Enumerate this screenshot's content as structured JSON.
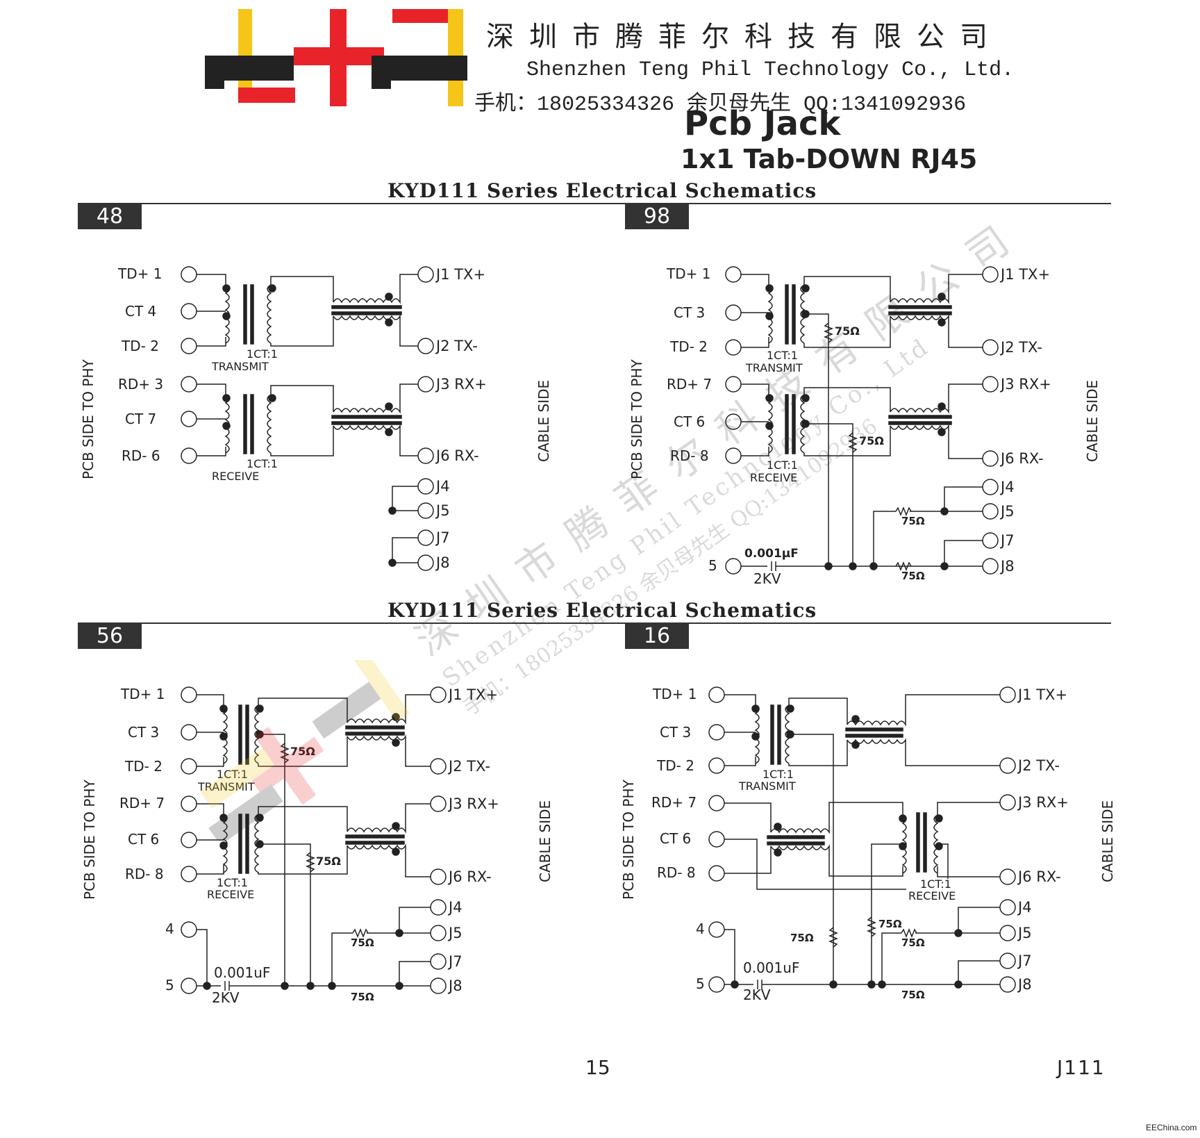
{
  "header": {
    "company_cn": "深圳市腾菲尔科技有限公司",
    "company_en": "Shenzhen Teng Phil Technology Co., Ltd.",
    "contact": "手机：18025334326 余贝母先生   QQ:1341092936",
    "product": "Pcb Jack",
    "subtitle": "1x1 Tab-DOWN  RJ45"
  },
  "sections": [
    {
      "title": "KYD111 Series Electrical Schematics"
    },
    {
      "title": "KYD111 Series Electrical Schematics"
    }
  ],
  "panels": [
    {
      "tag": "48",
      "left_pins": [
        "TD+ 1",
        "CT  4",
        "TD- 2",
        "RD+ 3",
        "CT  7",
        "RD- 6"
      ],
      "right_pins": [
        "J1 TX+",
        "J2 TX-",
        "J3 RX+",
        "J6 RX-",
        "J4",
        "J5",
        "J7",
        "J8"
      ],
      "xfmr_labels": [
        "1CT:1",
        "TRANSMIT",
        "1CT:1",
        "RECEIVE"
      ],
      "side_left": "PCB SIDE TO PHY",
      "side_right": "CABLE SIDE"
    },
    {
      "tag": "98",
      "left_pins": [
        "TD+ 1",
        "CT  3",
        "TD- 2",
        "RD+ 7",
        "CT  6",
        "RD- 8",
        "5"
      ],
      "right_pins": [
        "J1 TX+",
        "J2 TX-",
        "J3 RX+",
        "J6 RX-",
        "J4",
        "J5",
        "J7",
        "J8"
      ],
      "xfmr_labels": [
        "1CT:1",
        "TRANSMIT",
        "1CT:1",
        "RECEIVE"
      ],
      "resistor": "75Ω",
      "cap": "0.001μF",
      "cap_voltage": "2KV",
      "side_left": "PCB SIDE TO PHY",
      "side_right": "CABLE SIDE"
    },
    {
      "tag": "56",
      "left_pins": [
        "TD+ 1",
        "CT  3",
        "TD- 2",
        "RD+ 7",
        "CT  6",
        "RD- 8",
        "4",
        "5"
      ],
      "right_pins": [
        "J1 TX+",
        "J2 TX-",
        "J3 RX+",
        "J6 RX-",
        "J4",
        "J5",
        "J7",
        "J8"
      ],
      "xfmr_labels": [
        "1CT:1",
        "TRANSMIT",
        "1CT:1",
        "RECEIVE"
      ],
      "resistor": "75Ω",
      "cap": "0.001uF",
      "cap_voltage": "2KV",
      "side_left": "PCB SIDE TO PHY",
      "side_right": "CABLE SIDE"
    },
    {
      "tag": "16",
      "left_pins": [
        "TD+ 1",
        "CT  3",
        "TD- 2",
        "RD+ 7",
        "CT  6",
        "RD- 8",
        "4",
        "5"
      ],
      "right_pins": [
        "J1 TX+",
        "J2 TX-",
        "J3 RX+",
        "J6 RX-",
        "J4",
        "J5",
        "J7",
        "J8"
      ],
      "xfmr_labels": [
        "1CT:1",
        "TRANSMIT",
        "1CT:1",
        "RECEIVE"
      ],
      "resistor": "75Ω",
      "cap": "0.001uF",
      "cap_voltage": "2KV",
      "side_left": "PCB SIDE TO PHY",
      "side_right": "CABLE SIDE"
    }
  ],
  "watermark": {
    "cn": "深圳市腾菲尔科技有限公司",
    "en": "Shenzhen Teng Phil Technology Co., Ltd",
    "contact": "手机：18025334326 余贝母先生 QQ:1341092936"
  },
  "footer": {
    "page": "15",
    "code": "J111",
    "credit": "EEChina.com"
  },
  "colors": {
    "logo_yellow": "#f5c518",
    "logo_red": "#e8232a",
    "logo_black": "#222222"
  }
}
